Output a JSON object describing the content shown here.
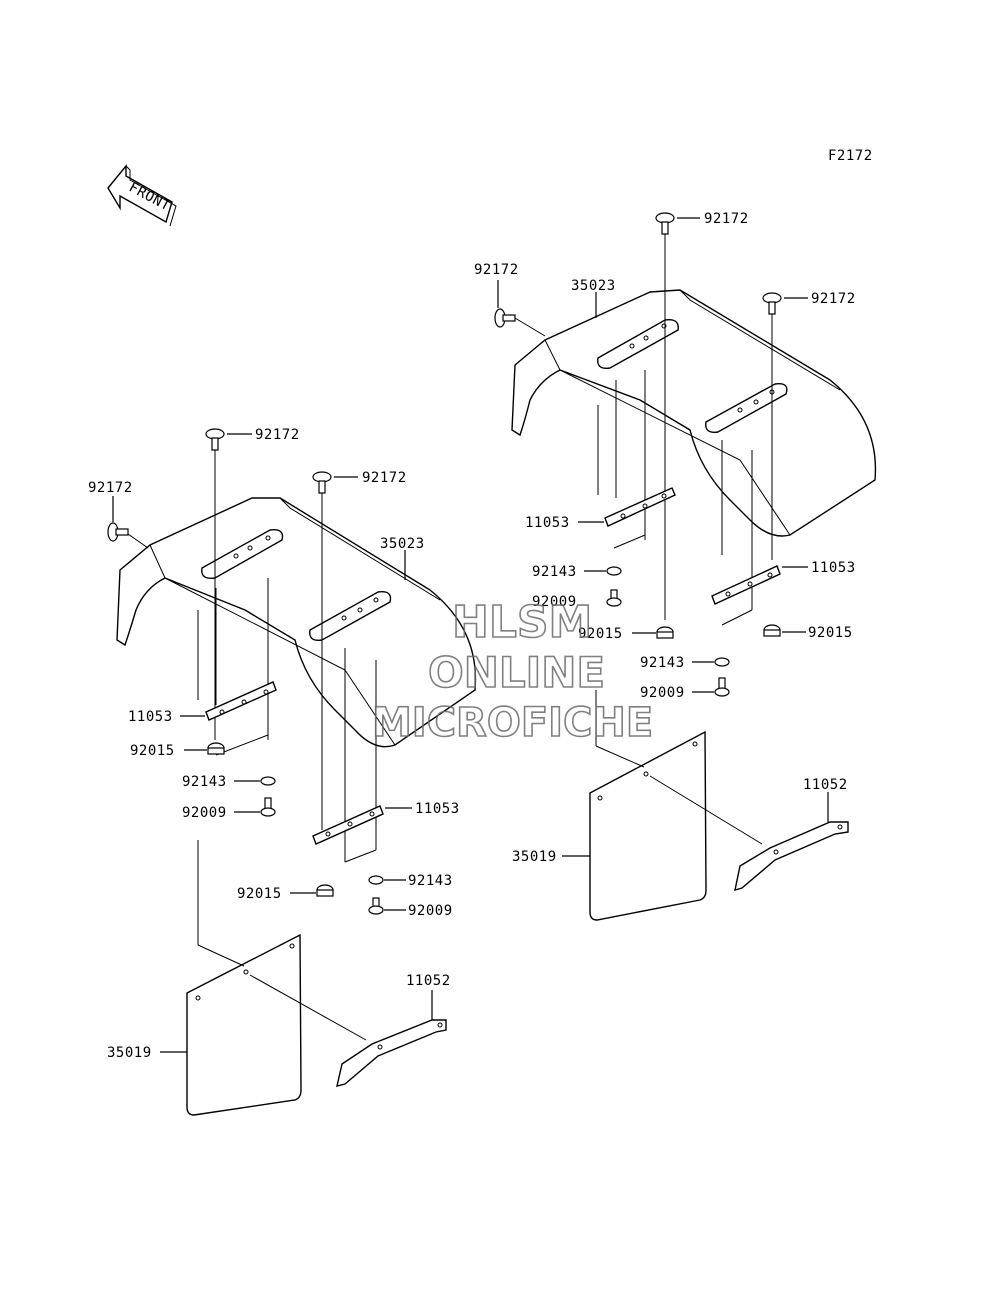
{
  "figure_code": "F2172",
  "front_arrow_label": "FRONT",
  "watermark": {
    "line1": "HLSM",
    "line2": "ONLINE",
    "line3": "MICROFICHE"
  },
  "callouts": [
    {
      "id": "r-92172-top",
      "text": "92172"
    },
    {
      "id": "r-92172-left",
      "text": "92172"
    },
    {
      "id": "r-35023",
      "text": "35023"
    },
    {
      "id": "r-92172-right",
      "text": "92172"
    },
    {
      "id": "r-11053-a",
      "text": "11053"
    },
    {
      "id": "r-92143-a",
      "text": "92143"
    },
    {
      "id": "r-92009-a",
      "text": "92009"
    },
    {
      "id": "r-92015-a",
      "text": "92015"
    },
    {
      "id": "r-11053-b",
      "text": "11053"
    },
    {
      "id": "r-92015-b",
      "text": "92015"
    },
    {
      "id": "r-92143-b",
      "text": "92143"
    },
    {
      "id": "r-92009-b",
      "text": "92009"
    },
    {
      "id": "r-11052",
      "text": "11052"
    },
    {
      "id": "r-35019",
      "text": "35019"
    },
    {
      "id": "l-92172-top",
      "text": "92172"
    },
    {
      "id": "l-92172-mid",
      "text": "92172"
    },
    {
      "id": "l-92172-left",
      "text": "92172"
    },
    {
      "id": "l-35023",
      "text": "35023"
    },
    {
      "id": "l-11053-a",
      "text": "11053"
    },
    {
      "id": "l-92015-a",
      "text": "92015"
    },
    {
      "id": "l-92143-a",
      "text": "92143"
    },
    {
      "id": "l-92009-a",
      "text": "92009"
    },
    {
      "id": "l-11053-b",
      "text": "11053"
    },
    {
      "id": "l-92015-b",
      "text": "92015"
    },
    {
      "id": "l-92143-b",
      "text": "92143"
    },
    {
      "id": "l-92009-b",
      "text": "92009"
    },
    {
      "id": "l-11052",
      "text": "11052"
    },
    {
      "id": "l-35019",
      "text": "35019"
    }
  ]
}
